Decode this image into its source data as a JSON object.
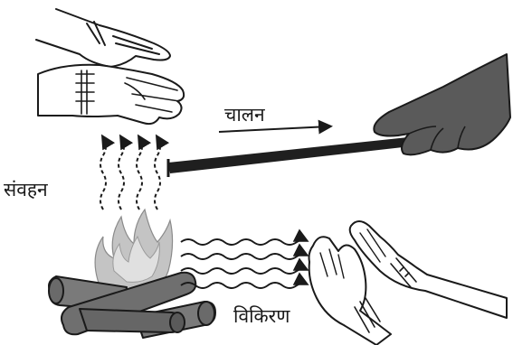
{
  "labels": {
    "conduction": "चालन",
    "convection": "संवहन",
    "radiation": "विकिरण"
  },
  "colors": {
    "ink": "#1a1a1a",
    "glove": "#5a5a5a",
    "rod": "#1f1f1f",
    "flame": "#b8b8b8",
    "logs": "#6f6f6f"
  }
}
